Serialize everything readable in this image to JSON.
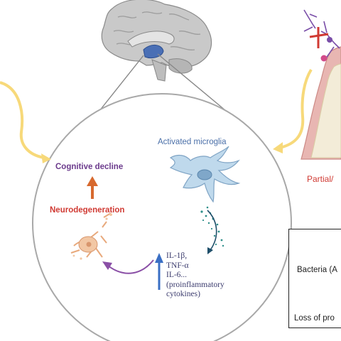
{
  "labels": {
    "activated_microglia": "Activated microglia",
    "cognitive_decline": "Cognitive decline",
    "neurodegeneration": "Neurodegeneration",
    "partial": "Partial/",
    "cytokines": [
      "IL-1β,",
      "TNF-α",
      "IL-6...",
      "(proinflammatory",
      "cytokines)"
    ]
  },
  "legend": {
    "bacteria": "Bacteria (A",
    "loss": "Loss of pro"
  },
  "colors": {
    "arrow_yellow": "#f7d97a",
    "arrow_orange": "#d7692e",
    "arrow_purple": "#8a4fa6",
    "arrow_blue": "#3a6fc4",
    "accent_red": "#d03a33",
    "microglia": "#bfd9ec",
    "neuron": "#f2c7a4"
  }
}
